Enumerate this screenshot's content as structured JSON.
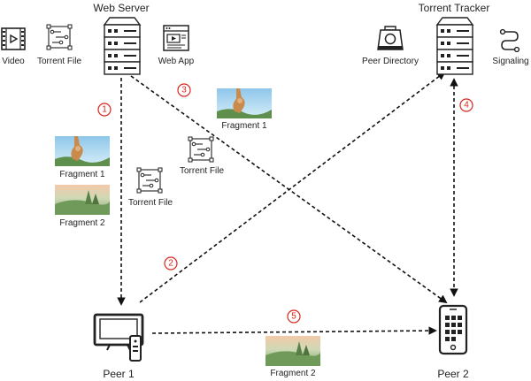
{
  "nodes": {
    "web_server": "Web Server",
    "torrent_tracker": "Torrent Tracker",
    "peer1": "Peer 1",
    "peer2": "Peer 2"
  },
  "resources": {
    "video": "Video",
    "torrent_file": "Torrent File",
    "web_app": "Web App",
    "peer_directory": "Peer Directory",
    "signaling": "Signaling"
  },
  "payloads": {
    "fragment1_top": "Fragment 1",
    "torrent_file_a": "Torrent File",
    "fragment1_left": "Fragment 1",
    "torrent_file_b": "Torrent File",
    "fragment2_left": "Fragment 2",
    "fragment2_bottom": "Fragment 2"
  },
  "steps": [
    "1",
    "2",
    "3",
    "4",
    "5"
  ],
  "colors": {
    "step_marker": "#d9261c",
    "arrow": "#111111",
    "icon": "#222222"
  }
}
